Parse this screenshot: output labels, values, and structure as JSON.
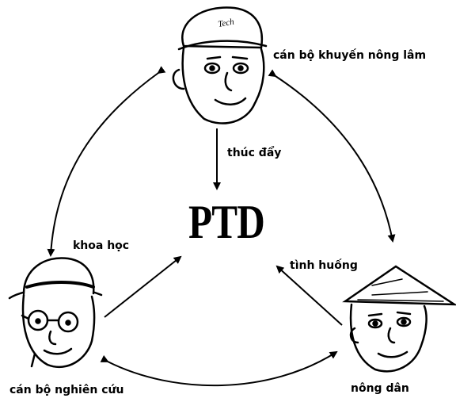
{
  "center_label": "PTD",
  "nodes": {
    "extension_officer": {
      "label": "cán bộ khuyến nông lâm",
      "cap_text": "Tech"
    },
    "researcher": {
      "label": "cán bộ nghiên cứu"
    },
    "farmer": {
      "label": "nông dân"
    }
  },
  "links": {
    "facilitation": "thúc đẩy",
    "science": "khoa học",
    "situation": "tình huống"
  }
}
